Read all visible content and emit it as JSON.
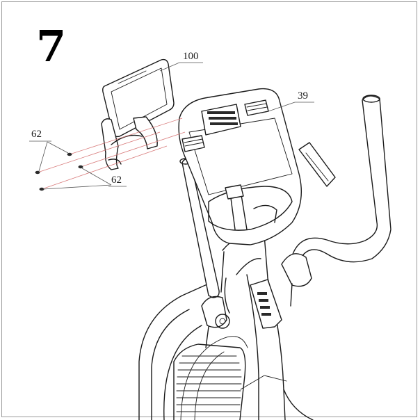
{
  "step": {
    "number": "7"
  },
  "callouts": {
    "part_100": "100",
    "part_39": "39",
    "part_62_a": "62",
    "part_62_b": "62"
  },
  "colors": {
    "line": "#1a1a1a",
    "alignment_line": "#d87a7a",
    "frame": "#9a9a9a"
  }
}
